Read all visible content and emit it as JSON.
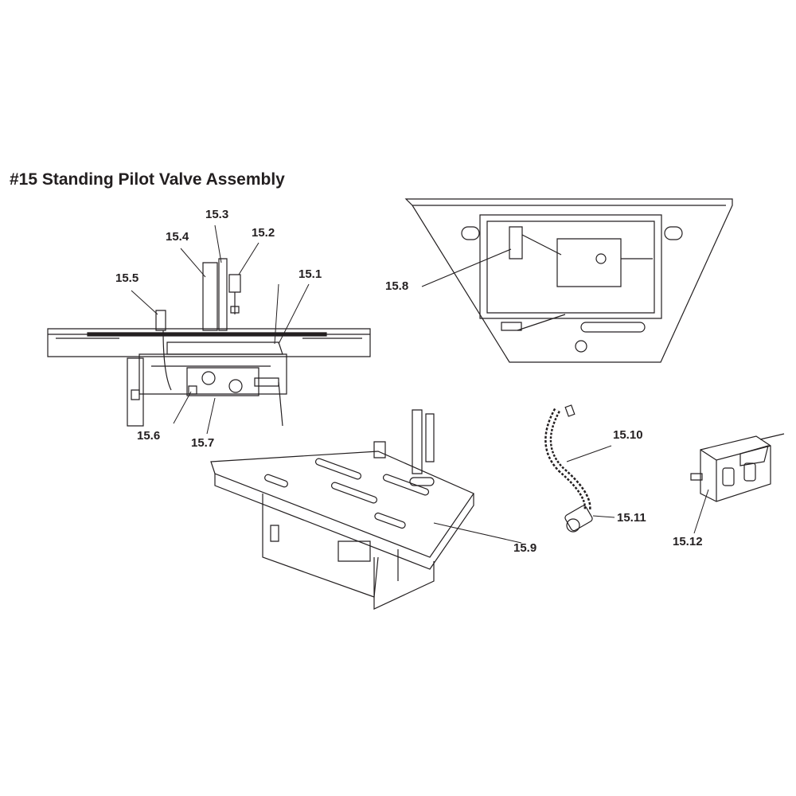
{
  "title": "#15 Standing Pilot Valve Assembly",
  "callouts": {
    "c15_1": "15.1",
    "c15_2": "15.2",
    "c15_3": "15.3",
    "c15_4": "15.4",
    "c15_5": "15.5",
    "c15_6": "15.6",
    "c15_7": "15.7",
    "c15_8": "15.8",
    "c15_9": "15.9",
    "c15_10": "15.10",
    "c15_11": "15.11",
    "c15_12": "15.12"
  }
}
